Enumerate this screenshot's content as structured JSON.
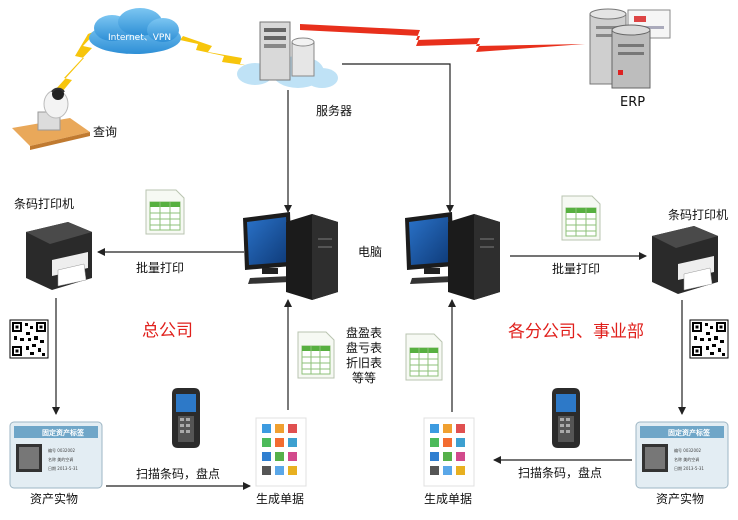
{
  "cloud_text": "Internet、VPN",
  "labels": {
    "query": "查询",
    "server": "服务器",
    "erp": "ERP",
    "computer": "电脑",
    "barcode_printer": "条码打印机",
    "batch_print": "批量打印",
    "head_office": "总公司",
    "branches": "各分公司、事业部",
    "reports": "盘盈表\n盘亏表\n折旧表\n等等",
    "scan": "扫描条码，盘点",
    "asset": "资产实物",
    "generate": "生成单据"
  },
  "asset_tag": {
    "title": "固定资产标签",
    "line1": "编号 0032002",
    "line2": "名称 美的空调",
    "line3": "日期 2013-5-31"
  },
  "colors": {
    "accent_red": "#e0201c",
    "arrow": "#222222",
    "lightning": "#f7c50c",
    "red_link": "#e8301c"
  }
}
